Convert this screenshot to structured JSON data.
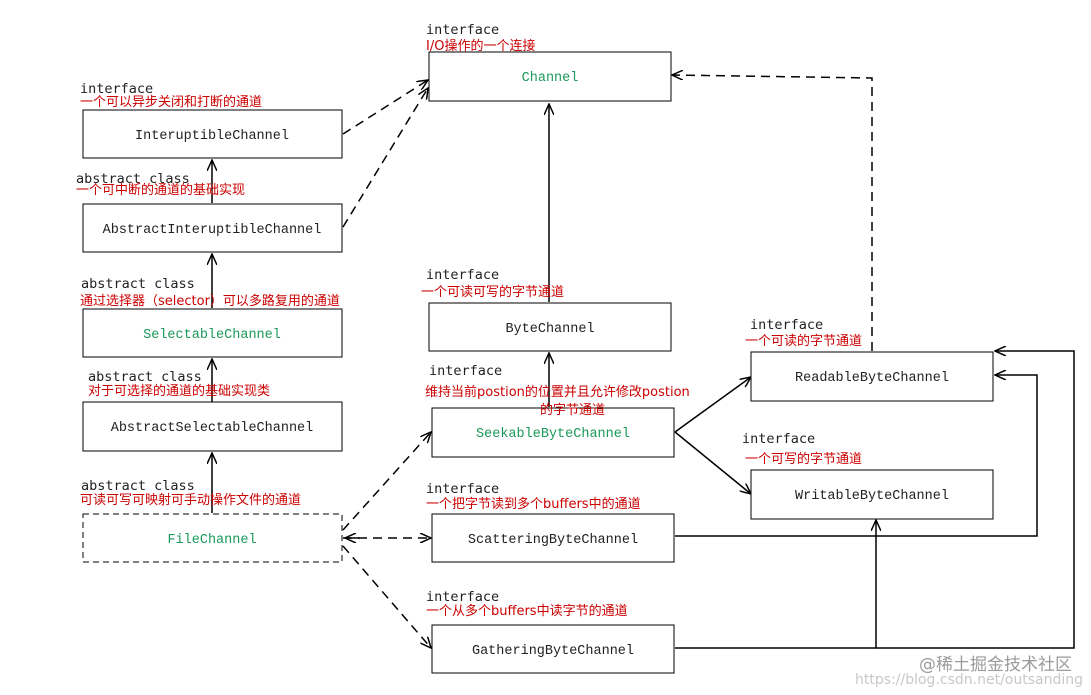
{
  "colors": {
    "desc_red": "#cc0000",
    "highlight_green": "#1a9a5a",
    "text_dark": "#222222",
    "line": "#000000"
  },
  "nodes": {
    "channel": {
      "kind": "interface",
      "desc": "I/O操作的一个连接",
      "name": "Channel",
      "highlight": true
    },
    "interruptible": {
      "kind": "interface",
      "desc": "一个可以异步关闭和打断的通道",
      "name": "InteruptibleChannel",
      "highlight": false
    },
    "abstract_interruptible": {
      "kind": "abstract class",
      "desc": "一个可中断的通道的基础实现",
      "name": "AbstractInteruptibleChannel",
      "highlight": false
    },
    "selectable": {
      "kind": "abstract class",
      "desc": "通过选择器（selector）可以多路复用的通道",
      "name": "SelectableChannel",
      "highlight": true
    },
    "abstract_selectable": {
      "kind": "abstract class",
      "desc": "对于可选择的通道的基础实现类",
      "name": "AbstractSelectableChannel",
      "highlight": false
    },
    "file": {
      "kind": "abstract class",
      "desc": "可读可写可映射可手动操作文件的通道",
      "name": "FileChannel",
      "highlight": true,
      "dashed": true
    },
    "byte": {
      "kind": "interface",
      "desc": "一个可读可写的字节通道",
      "name": "ByteChannel",
      "highlight": false
    },
    "seekable": {
      "kind": "interface",
      "desc_line1": "维持当前postion的位置并且允许修改postion",
      "desc_line2": "的字节通道",
      "name": "SeekableByteChannel",
      "highlight": true
    },
    "scattering": {
      "kind": "interface",
      "desc": "一个把字节读到多个buffers中的通道",
      "name": "ScatteringByteChannel",
      "highlight": false
    },
    "gathering": {
      "kind": "interface",
      "desc": "一个从多个buffers中读字节的通道",
      "name": "GatheringByteChannel",
      "highlight": false
    },
    "readable": {
      "kind": "interface",
      "desc": "一个可读的字节通道",
      "name": "ReadableByteChannel",
      "highlight": false
    },
    "writable": {
      "kind": "interface",
      "desc": "一个可写的字节通道",
      "name": "WritableByteChannel",
      "highlight": false
    }
  },
  "watermark": {
    "site": "@稀土掘金技术社区",
    "url": "https://blog.csdn.net/outsanding"
  }
}
